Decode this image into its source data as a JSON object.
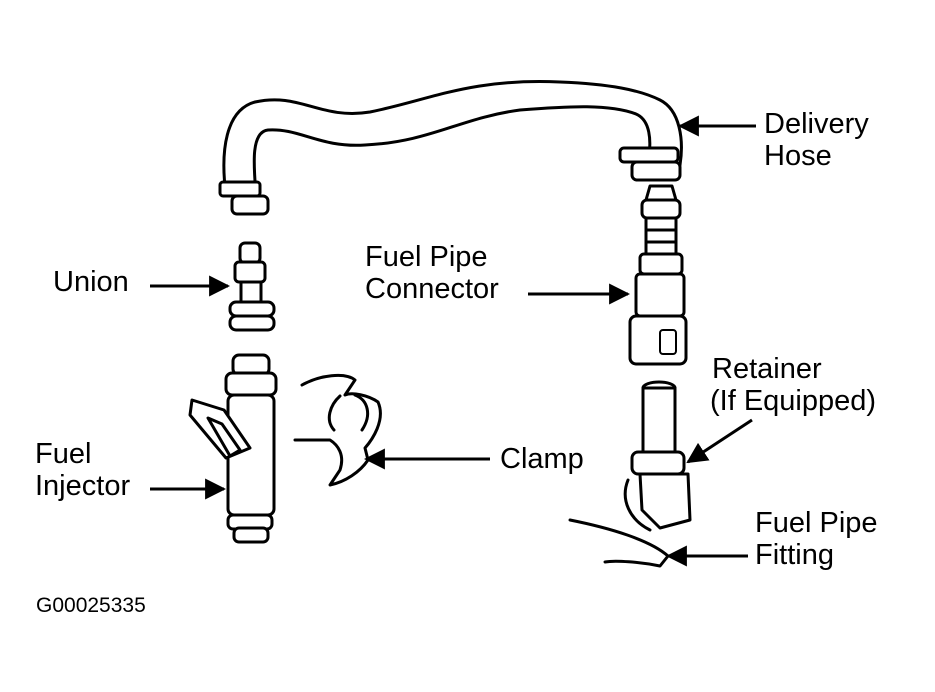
{
  "labels": {
    "delivery_hose": [
      "Delivery",
      "Hose"
    ],
    "union": "Union",
    "fuel_pipe_connector": [
      "Fuel Pipe",
      "Connector"
    ],
    "retainer": [
      "Retainer",
      "(If Equipped)"
    ],
    "fuel_injector": [
      "Fuel",
      "Injector"
    ],
    "clamp": "Clamp",
    "fuel_pipe_fitting": [
      "Fuel Pipe",
      "Fitting"
    ]
  },
  "figure_code": "G00025335",
  "colors": {
    "ink": "#000000",
    "paper": "#ffffff"
  }
}
